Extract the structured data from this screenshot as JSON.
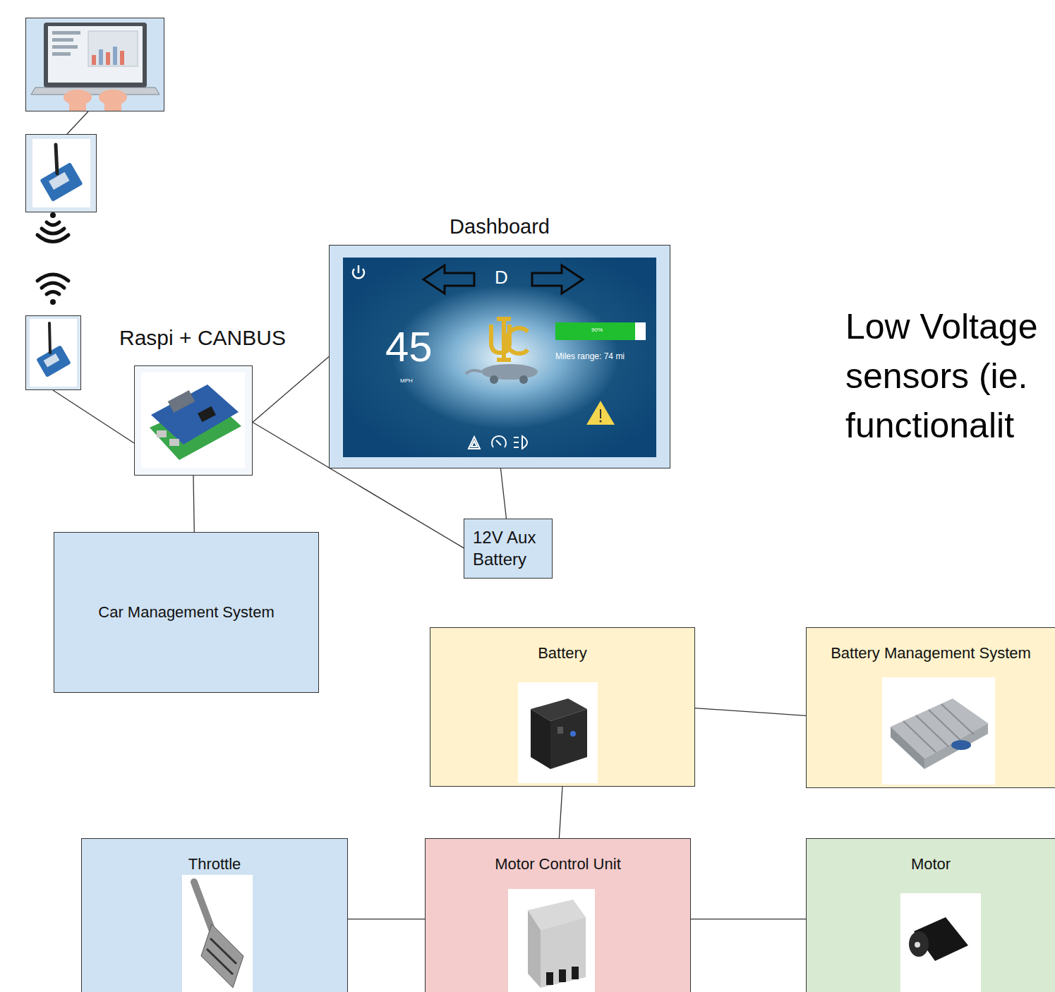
{
  "diagram": {
    "nodes": [
      {
        "text": [
          "Dashboard"
        ]
      },
      {
        "text": [
          "Raspi + CANBUS"
        ]
      },
      {
        "text": [
          "12V Aux Battery"
        ]
      },
      {
        "text": [
          "Car Management System"
        ]
      },
      {
        "text": [
          "Battery"
        ]
      },
      {
        "text": [
          "Battery Management System"
        ]
      },
      {
        "text": [
          "Throttle"
        ]
      },
      {
        "text": [
          "Motor Control Unit"
        ]
      },
      {
        "text": [
          "Motor"
        ]
      }
    ],
    "edges": [
      {
        "from": 1,
        "to": 0,
        "arrow": "none"
      },
      {
        "from": 1,
        "to": 2,
        "arrow": "none"
      },
      {
        "from": 1,
        "to": 3,
        "arrow": "none"
      },
      {
        "from": 0,
        "to": 2,
        "arrow": "none"
      },
      {
        "from": 4,
        "to": 5,
        "arrow": "none"
      },
      {
        "from": 4,
        "to": 7,
        "arrow": "none"
      },
      {
        "from": 6,
        "to": 7,
        "arrow": "none"
      },
      {
        "from": 7,
        "to": 8,
        "arrow": "none"
      }
    ],
    "labels": [
      "D",
      "45",
      "MPH",
      "90%",
      "Miles range: 74 mi",
      "Low Voltage sensors (ie. functionalit"
    ]
  }
}
